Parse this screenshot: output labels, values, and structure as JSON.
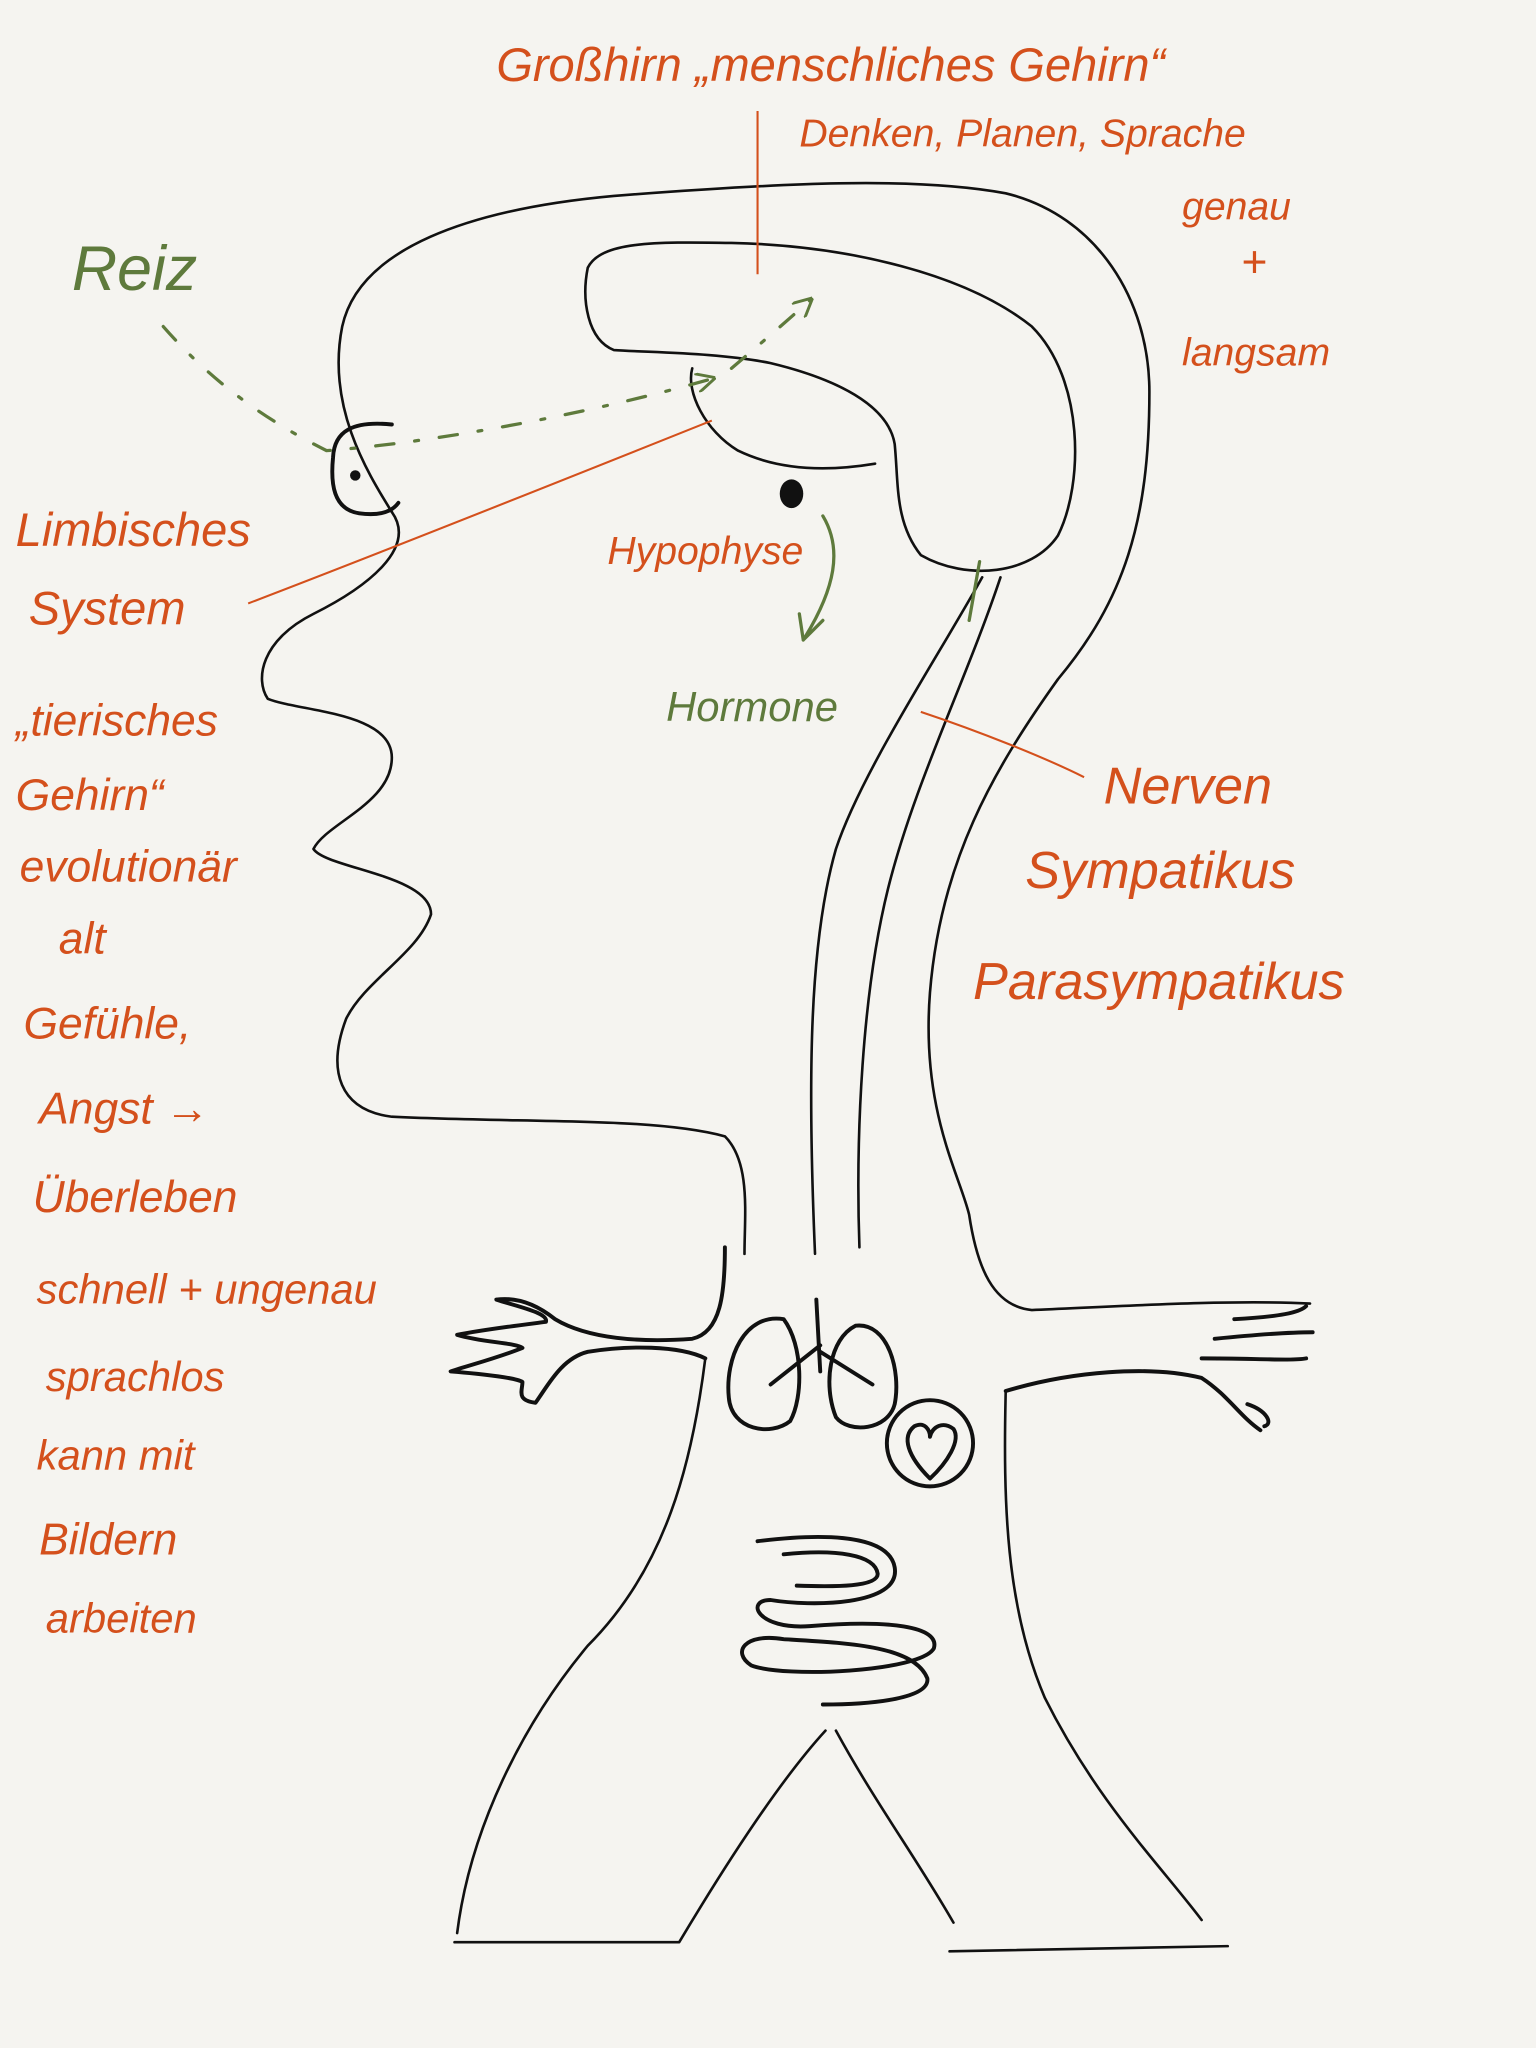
{
  "colors": {
    "annotation": "#d4501c",
    "stimulus": "#5e7a3c",
    "ink": "#111111",
    "paper": "#f5f4f0"
  },
  "cerebrum": {
    "title": "Großhirn „menschliches Gehirn“",
    "functions": "Denken, Planen, Sprache",
    "traits": [
      "genau",
      "+",
      "langsam"
    ]
  },
  "stimulus": {
    "label": "Reiz"
  },
  "limbic": {
    "label": [
      "Limbisches",
      "System"
    ],
    "description": [
      "„tierisches",
      "Gehirn“",
      "evolutionär",
      "alt",
      "Gefühle,",
      "Angst →",
      "Überleben",
      "schnell + ungenau",
      "sprachlos",
      "kann mit",
      "Bildern",
      "arbeiten"
    ]
  },
  "pituitary": {
    "label": "Hypophyse",
    "output": "Hormone"
  },
  "nerves": {
    "label": [
      "Nerven",
      "Sympatikus",
      "Parasympatikus"
    ]
  }
}
